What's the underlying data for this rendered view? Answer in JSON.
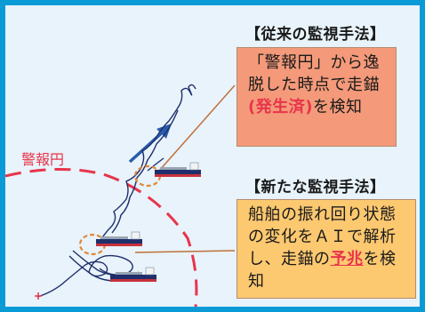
{
  "conventional": {
    "heading": "【従来の監視手法】",
    "text_before": "「警報円」から逸脱した時点で走錨",
    "highlight": "(発生済)",
    "text_after": "を検知"
  },
  "new": {
    "heading": "【新たな監視手法】",
    "text_before": "船舶の振れ回り状態の変化をＡＩで解析し、走錨の",
    "highlight": "予兆",
    "text_after": "を検知"
  },
  "warning_circle": {
    "label": "警報円"
  },
  "colors": {
    "frame": "#0a9bd6",
    "background": "#e8f3fb",
    "box_conventional": "#f49a7a",
    "box_new": "#fcc870",
    "accent_red": "#e8344b",
    "arrow_blue": "#2a5caa",
    "track_navy": "#1f2f6b",
    "callout_orange": "#e0883a"
  }
}
